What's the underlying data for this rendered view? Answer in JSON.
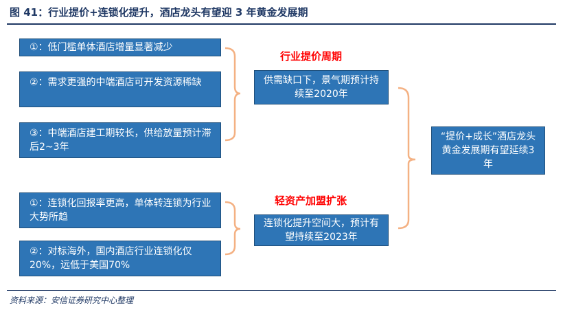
{
  "header": {
    "figure_label": "图 41：",
    "title": "行业提价+连锁化提升，酒店龙头有望迎 3 年黄金发展期"
  },
  "left_boxes_top": [
    {
      "text": "①：低门槛单体酒店增量显著减少"
    },
    {
      "text": "②：需求更强的中端酒店可开发资源稀缺"
    },
    {
      "text": "③：中端酒店建工期较长，供给放量预计滞后2~3年"
    }
  ],
  "left_boxes_bottom": [
    {
      "text": "①：连锁化回报率更高，单体转连锁为行业大势所趋"
    },
    {
      "text": "②：对标海外，国内酒店行业连锁化仅20%，远低于美国70%"
    }
  ],
  "middle_top": {
    "heading": "行业提价周期",
    "box_text": "供需缺口下，景气期预计持续至2020年"
  },
  "middle_bottom": {
    "heading": "轻资产加盟扩张",
    "box_text": "连锁化提升空间大，预计有望持续至2023年"
  },
  "right_box": {
    "text": "“提价+成长”酒店龙头黄金发展期有望延续3年"
  },
  "footer": {
    "source": "资料来源：安信证券研究中心整理"
  },
  "colors": {
    "box_fill": "#2e75b6",
    "box_border": "#1f4e79",
    "bracket": "#f4b183",
    "heading_red": "#ff0000",
    "title_blue": "#1f3864"
  }
}
